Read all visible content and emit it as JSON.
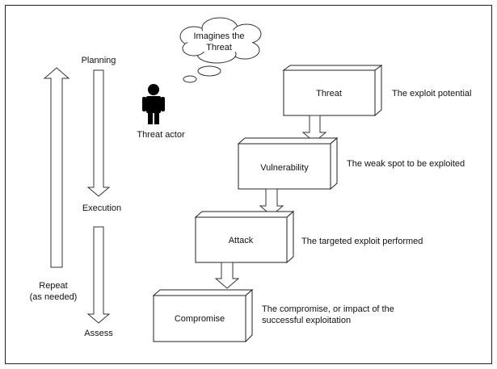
{
  "cycle": {
    "planning": "Planning",
    "execution": "Execution",
    "assess": "Assess",
    "repeat_line1": "Repeat",
    "repeat_line2": "(as needed)"
  },
  "actor": {
    "label": "Threat actor",
    "thought_line1": "Imagines the",
    "thought_line2": "Threat",
    "icon": "person-icon"
  },
  "steps": [
    {
      "label": "Threat",
      "description_lines": [
        "The exploit potential"
      ]
    },
    {
      "label": "Vulnerability",
      "description_lines": [
        "The weak spot to be exploited"
      ]
    },
    {
      "label": "Attack",
      "description_lines": [
        "The targeted exploit performed"
      ]
    },
    {
      "label": "Compromise",
      "description_lines": [
        "The compromise, or impact of the",
        "successful exploitation"
      ]
    }
  ]
}
